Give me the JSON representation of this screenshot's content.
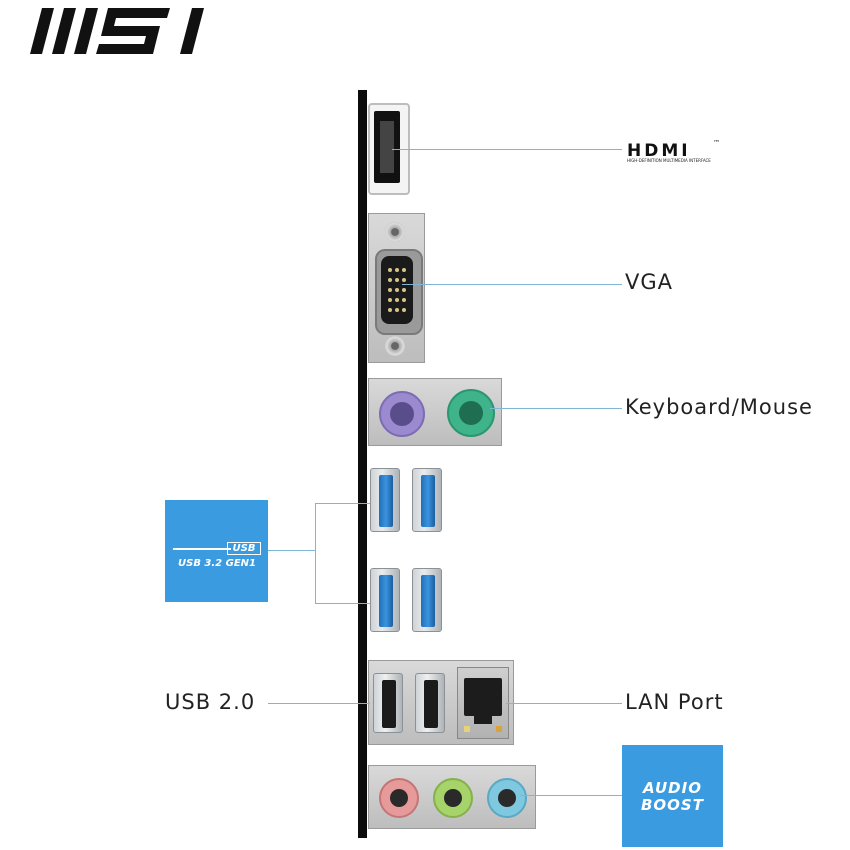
{
  "brand": {
    "logo_text": "msi"
  },
  "hdmi": {
    "logo_text": "HDMI",
    "tm": "™",
    "subtitle": "HIGH-DEFINITION MULTIMEDIA INTERFACE"
  },
  "ports": {
    "vga": "VGA",
    "keyboard_mouse": "Keyboard/Mouse",
    "usb2": "USB 2.0",
    "lan": "LAN Port"
  },
  "usb32_badge": {
    "tag": "USB",
    "text": "USB 3.2 GEN1"
  },
  "audio_badge": {
    "line1": "AUDIO",
    "line2": "BOOST"
  },
  "colors": {
    "accent_blue": "#3b9be0",
    "connector_line": "#7fb6d6",
    "ps2_keyboard": "#9b8ad0",
    "ps2_mouse": "#3fb48a",
    "audio_pink": "#e79a9a",
    "audio_green": "#a6d46a",
    "audio_blue": "#7ec8e0"
  }
}
